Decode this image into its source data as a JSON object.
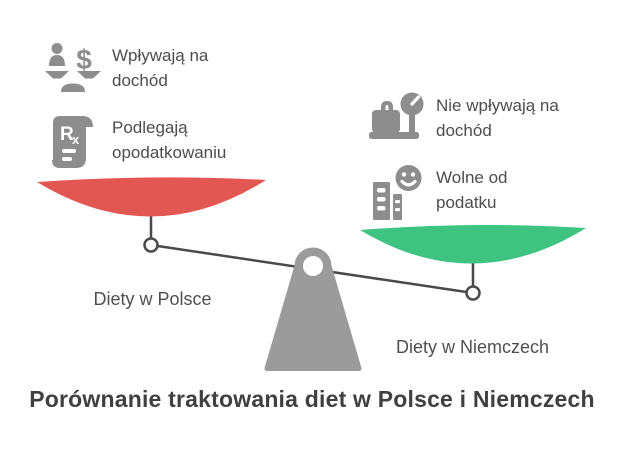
{
  "title": "Porównanie traktowania diet w Polsce i Niemczech",
  "left_pan": {
    "label": "Diety w Polsce",
    "color": "#e35753",
    "items": [
      {
        "icon": "person-money-scale-icon",
        "text": "Wpływają na dochód"
      },
      {
        "icon": "rx-prescription-scroll-icon",
        "text": "Podlegają opodatkowaniu"
      }
    ]
  },
  "right_pan": {
    "label": "Diety w Niemczech",
    "color": "#3ec381",
    "items": [
      {
        "icon": "luggage-scale-icon",
        "text": "Nie wpływają na dochód"
      },
      {
        "icon": "building-smiley-icon",
        "text": "Wolne od podatku"
      }
    ]
  },
  "colors": {
    "pan_red": "#e35753",
    "pan_green": "#3ec381",
    "icon_gray": "#8d8d8d",
    "fulcrum_gray": "#9b9b9b",
    "line_dark": "#4a4a4a",
    "text_dark": "#4d4d4d",
    "title_dark": "#404040"
  }
}
